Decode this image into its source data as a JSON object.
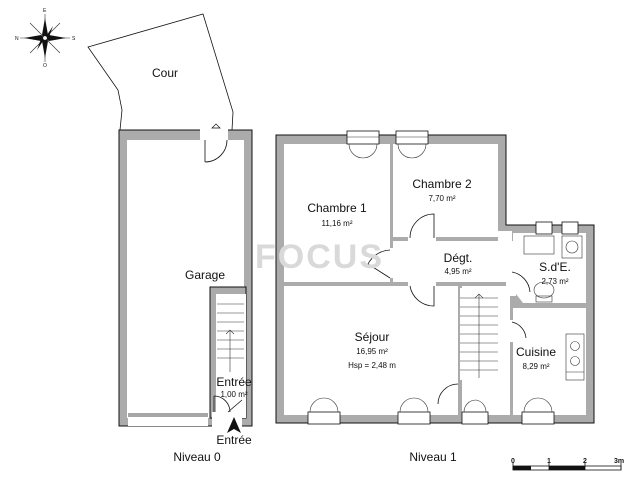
{
  "compass": {
    "n": "N",
    "s": "S",
    "e": "E",
    "o": "O"
  },
  "watermark": "FOCUS",
  "levels": {
    "level0": "Niveau 0",
    "level1": "Niveau 1"
  },
  "rooms": {
    "cour": {
      "name": "Cour"
    },
    "garage": {
      "name": "Garage"
    },
    "entree": {
      "name": "Entrée",
      "area": "1,00 m²"
    },
    "chambre1": {
      "name": "Chambre 1",
      "area": "11,16 m²"
    },
    "chambre2": {
      "name": "Chambre 2",
      "area": "7,70 m²"
    },
    "degt": {
      "name": "Dégt.",
      "area": "4,95 m²"
    },
    "sde": {
      "name": "S.d'E.",
      "area": "2,73 m²"
    },
    "sejour": {
      "name": "Séjour",
      "area": "16,95 m²",
      "hsp": "Hsp = 2,48 m"
    },
    "cuisine": {
      "name": "Cuisine",
      "area": "8,29 m²"
    }
  },
  "entrance_label": "Entrée",
  "scale": {
    "t0": "0",
    "t1": "1",
    "t2": "2",
    "t3": "3m"
  },
  "colors": {
    "wall": "#ababab",
    "line": "#111111"
  }
}
